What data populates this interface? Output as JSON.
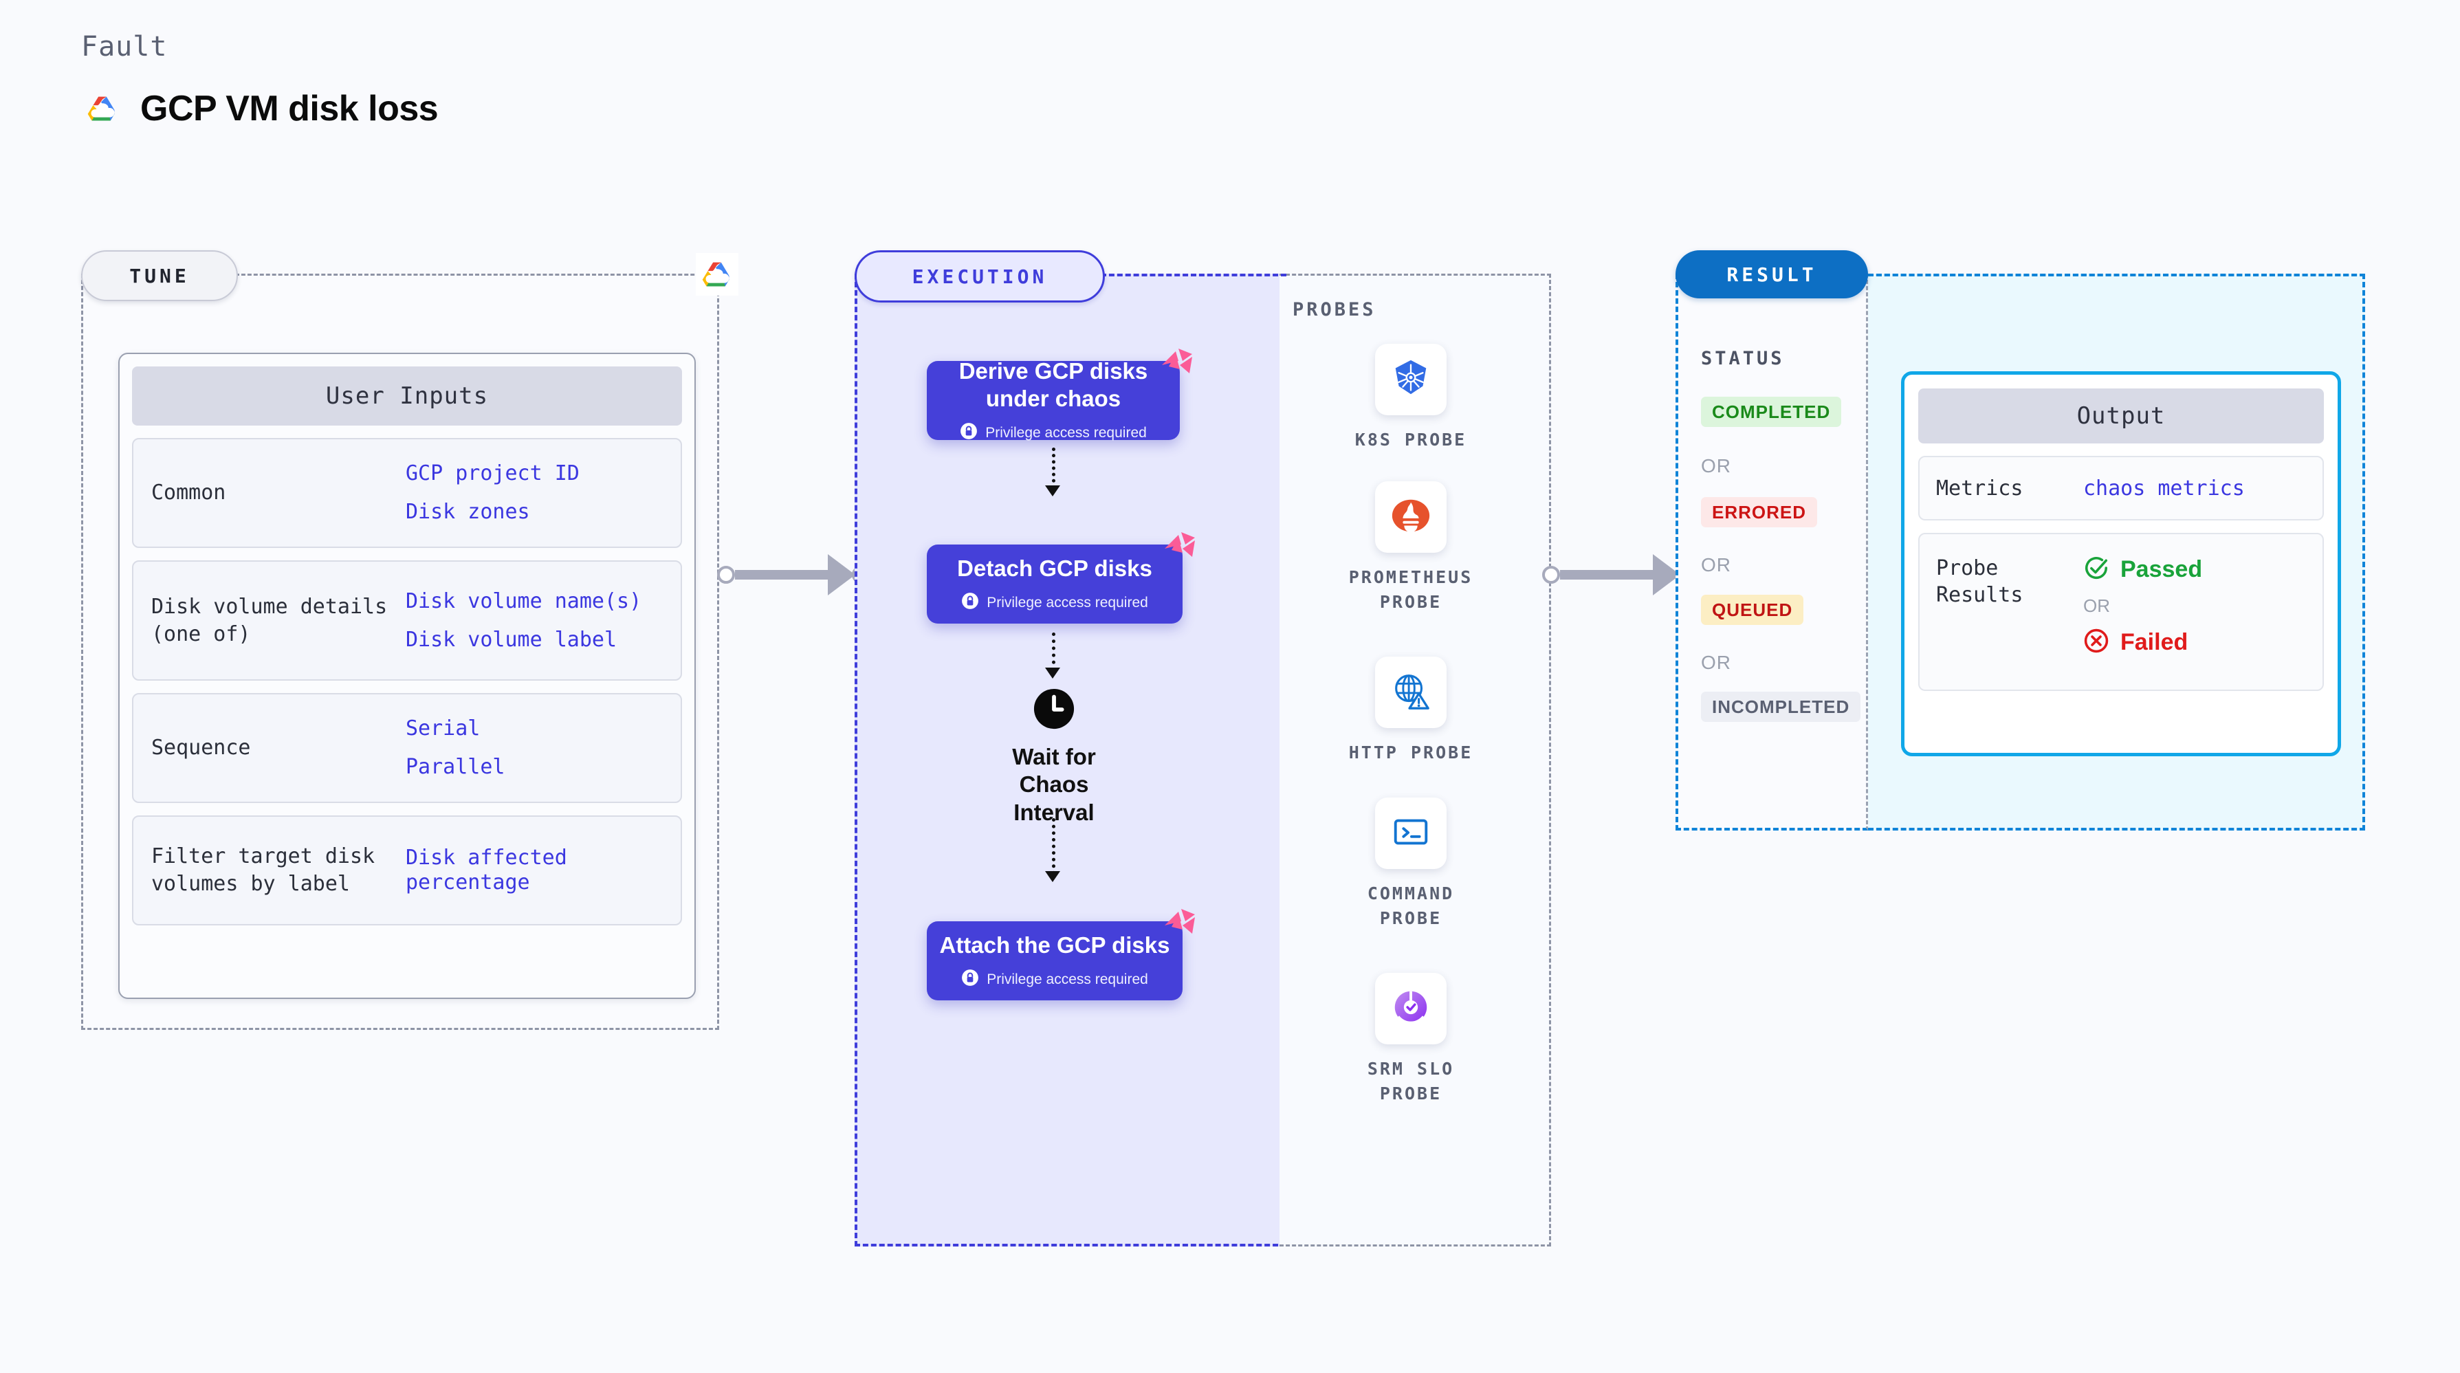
{
  "header": {
    "eyebrow": "Fault",
    "title": "GCP VM disk loss",
    "logo_icon": "gcp-cloud-icon"
  },
  "tune": {
    "badge": "TUNE",
    "provider_icon": "gcp-cloud-icon",
    "card_title": "User Inputs",
    "rows": [
      {
        "key": "Common",
        "values": [
          "GCP project ID",
          "Disk zones"
        ]
      },
      {
        "key": "Disk volume details (one of)",
        "values": [
          "Disk volume name(s)",
          "Disk volume label"
        ]
      },
      {
        "key": "Sequence",
        "values": [
          "Serial",
          "Parallel"
        ]
      },
      {
        "key": "Filter target disk volumes by label",
        "values": [
          "Disk affected percentage"
        ]
      }
    ]
  },
  "execution": {
    "badge": "EXECUTION",
    "privilege_label": "Privilege access required",
    "nodes": [
      {
        "name": "Derive GCP disks under chaos",
        "privilege": true,
        "type": "task"
      },
      {
        "name": "Detach GCP disks",
        "privilege": true,
        "type": "task"
      },
      {
        "name": "Wait for Chaos Interval",
        "privilege": false,
        "type": "wait"
      },
      {
        "name": "Attach the GCP disks",
        "privilege": true,
        "type": "task"
      }
    ]
  },
  "probes": {
    "label": "PROBES",
    "items": [
      {
        "label": "K8S PROBE",
        "icon": "kubernetes-icon"
      },
      {
        "label": "PROMETHEUS PROBE",
        "icon": "prometheus-icon"
      },
      {
        "label": "HTTP PROBE",
        "icon": "http-globe-icon"
      },
      {
        "label": "COMMAND PROBE",
        "icon": "terminal-icon"
      },
      {
        "label": "SRM SLO PROBE",
        "icon": "srm-slo-icon"
      }
    ]
  },
  "result": {
    "badge": "RESULT",
    "status_label": "STATUS",
    "or_label": "OR",
    "statuses": [
      {
        "text": "COMPLETED",
        "bg": "#dcf5dc",
        "fg": "#1a8a1a"
      },
      {
        "text": "ERRORED",
        "bg": "#fde8e8",
        "fg": "#cc1414"
      },
      {
        "text": "QUEUED",
        "bg": "#fceec4",
        "fg": "#c01414"
      },
      {
        "text": "INCOMPLETED",
        "bg": "#eceef4",
        "fg": "#5a6072"
      }
    ]
  },
  "output": {
    "card_title": "Output",
    "metrics_key": "Metrics",
    "metrics_value": "chaos metrics",
    "probe_results_key": "Probe Results",
    "or_label": "OR",
    "passed_label": "Passed",
    "failed_label": "Failed",
    "passed_color": "#19a33a",
    "failed_color": "#e01b1b"
  },
  "colors": {
    "background": "#f9fafd",
    "execution_accent": "#3f3ddb",
    "result_accent": "#1084d8",
    "node_fill": "#4540d9",
    "link_text": "#3b37e0",
    "litmus_pink": "#fb5c97"
  }
}
